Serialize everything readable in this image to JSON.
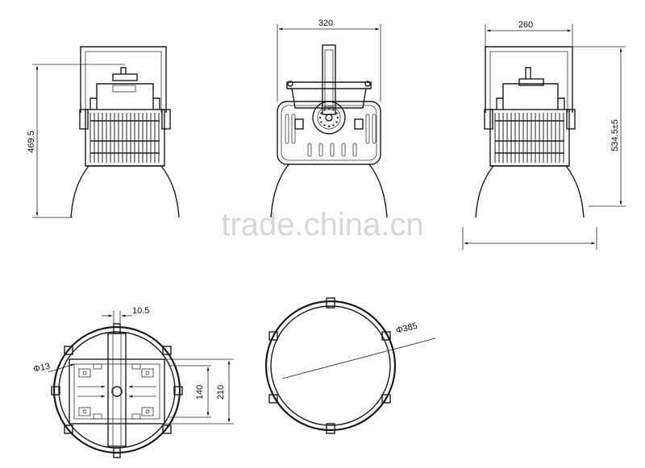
{
  "watermark": "trade.china.cn",
  "dimensions": {
    "front_width": "320",
    "side_width": "260",
    "left_height": "469.5",
    "right_height": "534.5±5",
    "bracket_thickness": "10.5",
    "hole_diameter": "Φ13",
    "inner_span": "140",
    "outer_span": "210",
    "top_diameter": "Φ385"
  }
}
